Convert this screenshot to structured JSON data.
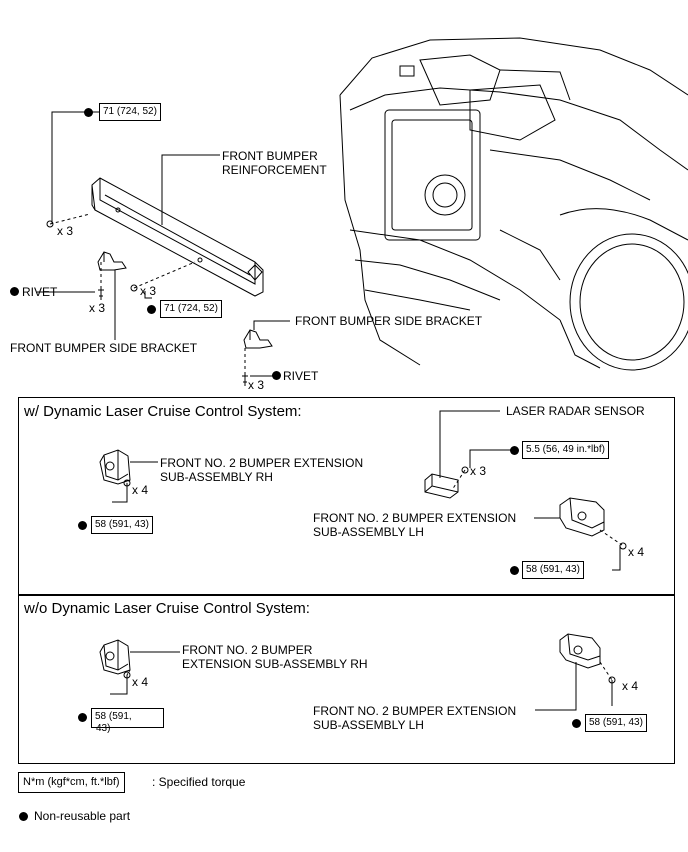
{
  "top": {
    "torque_top": "71 (724, 52)",
    "count_top_nuts": "x 3",
    "reinforcement_label_line1": "FRONT BUMPER",
    "reinforcement_label_line2": "REINFORCEMENT",
    "rivet_left": "RIVET",
    "count_left_rivets": "x 3",
    "count_mid_nuts": "x 3",
    "torque_mid": "71 (724, 52)",
    "side_bracket_right": "FRONT BUMPER SIDE BRACKET",
    "side_bracket_left": "FRONT BUMPER SIDE BRACKET",
    "count_right_rivets": "x 3",
    "rivet_right": "RIVET"
  },
  "panel_with": {
    "title": "w/ Dynamic Laser Cruise Control System:",
    "laser_sensor": "LASER RADAR SENSOR",
    "torque_sensor": "5.5 (56, 49 in.*lbf)",
    "count_sensor": "x 3",
    "rh_line1": "FRONT NO. 2 BUMPER EXTENSION",
    "rh_line2": "SUB-ASSEMBLY RH",
    "count_rh": "x 4",
    "torque_rh": "58 (591, 43)",
    "lh_line1": "FRONT NO. 2 BUMPER EXTENSION",
    "lh_line2": "SUB-ASSEMBLY LH",
    "count_lh": "x 4",
    "torque_lh": "58 (591, 43)"
  },
  "panel_without": {
    "title": "w/o Dynamic Laser Cruise Control System:",
    "rh_line1": "FRONT NO. 2 BUMPER",
    "rh_line2": "EXTENSION SUB-ASSEMBLY RH",
    "count_rh": "x 4",
    "torque_rh_line1": "58 (591,",
    "torque_rh_line2": "43)",
    "lh_line1": "FRONT NO. 2 BUMPER EXTENSION",
    "lh_line2": "SUB-ASSEMBLY LH",
    "count_lh": "x 4",
    "torque_lh": "58 (591, 43)"
  },
  "legend": {
    "unit_box": "N*m (kgf*cm, ft.*lbf)",
    "unit_desc": ": Specified torque",
    "nonreusable": "Non-reusable part"
  }
}
